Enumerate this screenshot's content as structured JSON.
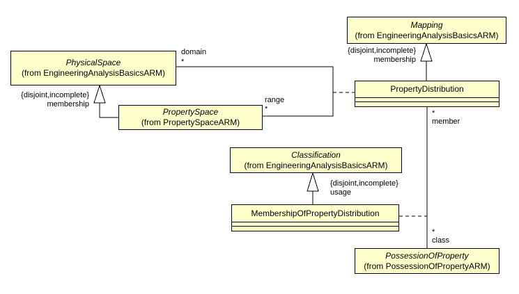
{
  "colors": {
    "class_fill": "#FFFFCC",
    "class_border": "#000000",
    "line_color": "#000000",
    "bg": "#FFFFFF"
  },
  "classes": {
    "physical_space": {
      "name": "PhysicalSpace",
      "package": "(from EngineeringAnalysisBasicsARM)"
    },
    "mapping": {
      "name": "Mapping",
      "package": "(from EngineeringAnalysisBasicsARM)"
    },
    "property_space": {
      "name": "PropertySpace",
      "package": "(from PropertySpaceARM)"
    },
    "property_distribution": {
      "name": "PropertyDistribution"
    },
    "classification": {
      "name": "Classification",
      "package": "(from EngineeringAnalysisBasicsARM)"
    },
    "membership_of_property_distribution": {
      "name": "MembershipOfPropertyDistribution"
    },
    "possession_of_property": {
      "name": "PossessionOfProperty",
      "package": "(from PossessionOfPropertyARM)"
    }
  },
  "associations": {
    "domain_range": {
      "domain_role": "domain",
      "domain_mult": "*",
      "range_role": "range",
      "range_mult": "*"
    },
    "member_class": {
      "member_mult": "*",
      "member_role": "member",
      "class_mult": "*",
      "class_role": "class"
    }
  },
  "generalizations": {
    "physical_space": {
      "constraint": "{disjoint,incomplete}",
      "discriminator": "membership"
    },
    "mapping": {
      "constraint": "{disjoint,incomplete}",
      "discriminator": "membership"
    },
    "classification": {
      "constraint": "{disjoint,incomplete}",
      "discriminator": "usage"
    }
  }
}
